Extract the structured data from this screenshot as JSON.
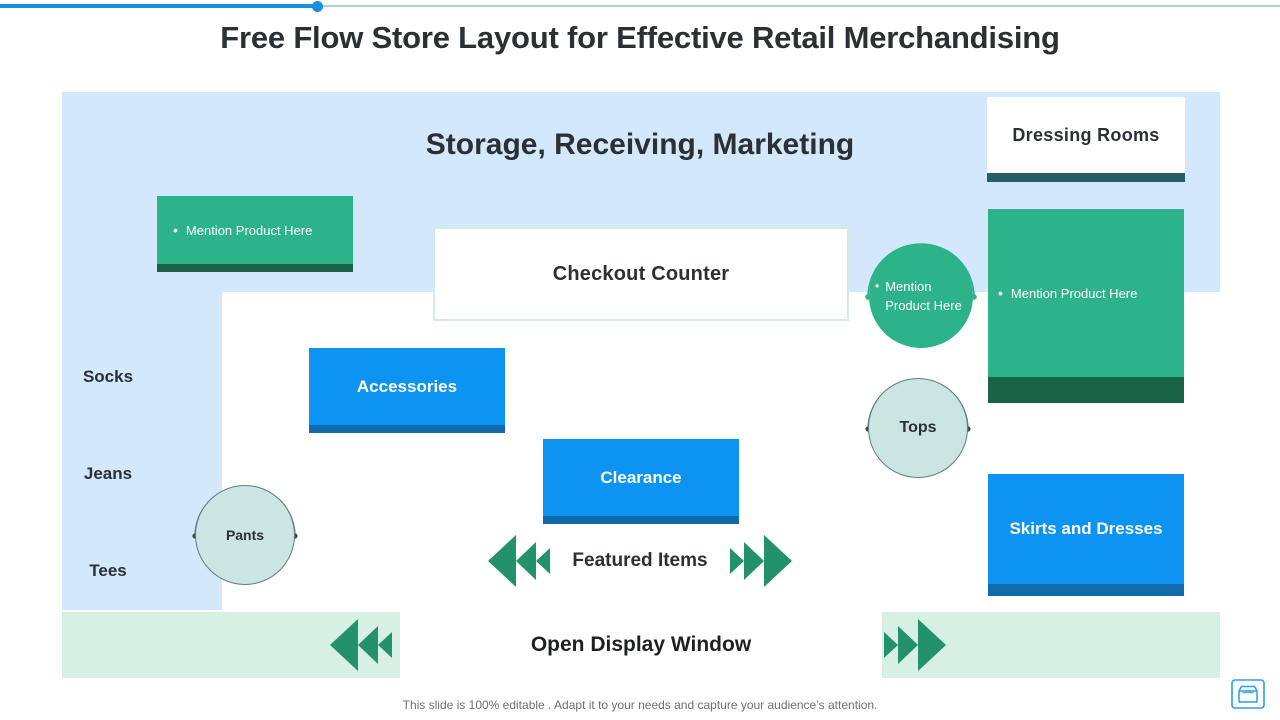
{
  "topbar": {
    "accent_color": "#1a8fe0",
    "track_color": "#a8cfe0",
    "progress_marker": "progress-dot"
  },
  "title": "Free Flow Store Layout for Effective Retail Merchandising",
  "panel": {
    "background_color": "#d3e8fb",
    "inner_background_color": "#ffffff"
  },
  "storage_heading": "Storage, Receiving, Marketing",
  "categories": [
    {
      "label": "Socks"
    },
    {
      "label": "Jeans"
    },
    {
      "label": "Tees"
    }
  ],
  "boxes": {
    "mention_left": {
      "bullet": "•",
      "text": "Mention Product Here",
      "fill_color": "#2cb389",
      "foot_color": "#1a6348"
    },
    "dressing_rooms": {
      "label": "Dressing Rooms",
      "fill_color": "#ffffff",
      "foot_color": "#2b5d66"
    },
    "mention_right": {
      "bullet": "•",
      "text": "Mention Product Here",
      "fill_color": "#2cb389",
      "foot_color": "#1a6348"
    },
    "accessories": {
      "label": "Accessories",
      "fill_color": "#0d93f2",
      "foot_color": "#1269ac"
    },
    "clearance": {
      "label": "Clearance",
      "fill_color": "#0d93f2",
      "foot_color": "#1269ac"
    },
    "skirts_dresses": {
      "label": "Skirts and Dresses",
      "fill_color": "#0d93f2",
      "foot_color": "#1269ac"
    }
  },
  "checkout": {
    "label": "Checkout Counter",
    "border_color": "#d6ece2"
  },
  "circles": {
    "pants": {
      "label": "Pants",
      "fill_color": "#cbe5e3"
    },
    "tops": {
      "label": "Tops",
      "fill_color": "#cbe5e3"
    },
    "mention": {
      "bullet": "•",
      "text": "Mention Product Here",
      "fill_color": "#2cb389"
    }
  },
  "featured_items": {
    "label": "Featured Items",
    "arrow_color": "#239169"
  },
  "open_display_window": {
    "label": "Open Display Window",
    "panel_color": "#d6f0e4",
    "arrow_color": "#239169"
  },
  "footer": {
    "note": "This slide is 100% editable . Adapt it to your needs and capture your audience’s attention.",
    "logo": "storefront-icon",
    "logo_color": "#2e9fe0"
  }
}
